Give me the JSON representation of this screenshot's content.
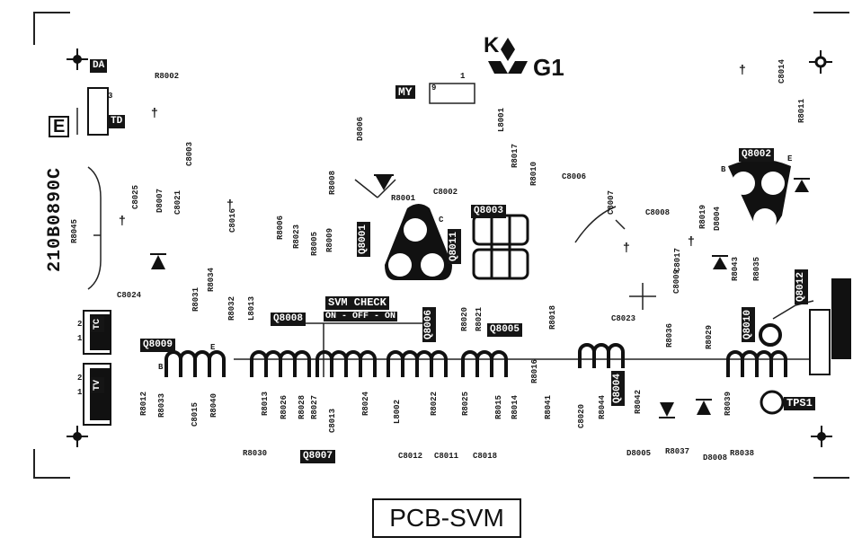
{
  "caption": "PCB-SVM",
  "board_code": "210B0890C",
  "side_mark": "E",
  "brand_mark": "K",
  "brand_rev": "G1",
  "tags": {
    "da": "DA",
    "td": "TD",
    "my": "MY",
    "svm_check": "SVM CHECK",
    "svm_on_off": "ON - OFF - ON",
    "q8001": "Q8001",
    "q8002": "Q8002",
    "q8003": "Q8003",
    "q8004": "Q8004",
    "q8005": "Q8005",
    "q8006": "Q8006",
    "q8007": "Q8007",
    "q8008": "Q8008",
    "q8009": "Q8009",
    "q8010": "Q8010",
    "q8011": "Q8011",
    "q8012": "Q8012",
    "tps1": "TPS1",
    "tc": "TC",
    "tv": "TV"
  },
  "labels": {
    "r8002": "R8002",
    "r8001": "R8001",
    "c8002": "C8002",
    "c8006": "C8006",
    "c8008": "C8008",
    "c8023": "C8023",
    "c8024": "C8024",
    "c8012": "C8012",
    "c8011": "C8011",
    "c8018": "C8018",
    "r8030": "R8030",
    "r8045": "R8045",
    "d8005": "D8005",
    "r8037": "R8037",
    "d8008": "D8008",
    "r8038": "R8038",
    "d8006": "D8006",
    "c8025": "C8025",
    "d8007": "D8007",
    "c8021": "C8021",
    "c8016": "C8016",
    "r8034": "R8034",
    "r8031": "R8031",
    "r8032": "R8032",
    "l8013": "L8013",
    "r8006": "R8006",
    "r8023": "R8023",
    "r8005": "R8005",
    "r8009": "R8009",
    "c8003": "C8003",
    "r8017": "R8017",
    "r8010": "R8010",
    "c8007": "C8007",
    "r8019": "R8019",
    "d8004": "D8004",
    "c8017": "C8017",
    "r8043": "R8043",
    "r8035": "R8035",
    "c8009": "C8009",
    "r8020": "R8020",
    "r8021": "R8021",
    "r8022": "R8022",
    "r8027": "R8027",
    "r8028": "R8028",
    "c8013": "C8013",
    "l8002": "L8002",
    "r8026": "R8026",
    "r8016": "R8016",
    "r8041": "R8041",
    "r8042": "R8042",
    "c8020": "C8020",
    "r8044": "R8044",
    "r8039": "R8039",
    "r8036": "R8036",
    "r8029": "R8029",
    "r8033": "R8033",
    "r8040": "R8040",
    "c8015": "C8015",
    "r8012": "R8012",
    "r8013": "R8013",
    "r8024": "R8024",
    "r8025": "R8025",
    "r8015": "R8015",
    "r8014": "R8014",
    "l8001": "L8001",
    "c8014": "C8014",
    "r8011": "R8011",
    "r8018": "R8018",
    "r8008": "R8008"
  },
  "pin_marks": {
    "e": "E",
    "b": "B",
    "c": "C",
    "one": "1",
    "two": "2",
    "three": "3",
    "nine": "9"
  }
}
